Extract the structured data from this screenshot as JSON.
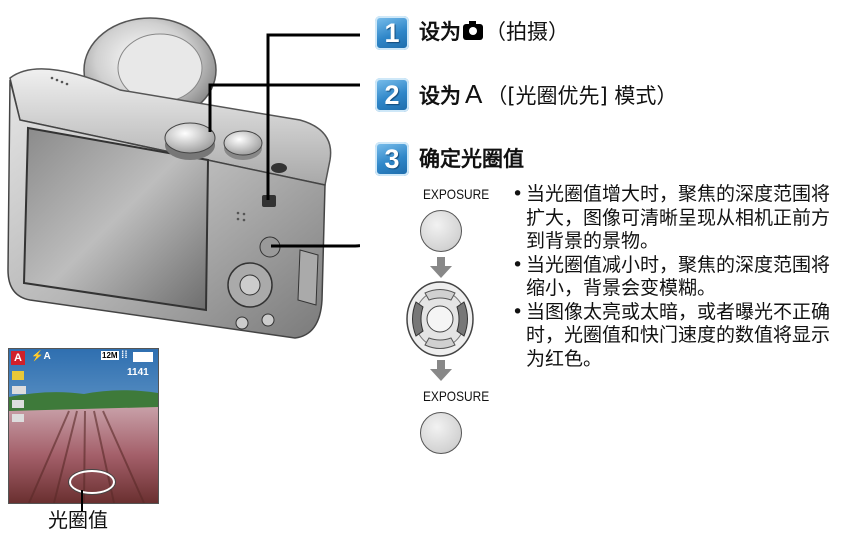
{
  "steps": [
    {
      "number": "1",
      "text": "设为",
      "suffix": "（拍摄）",
      "icon": "camera-icon"
    },
    {
      "number": "2",
      "text": "设为",
      "mode_letter": "A",
      "suffix": "（[光圈优先] 模式）"
    },
    {
      "number": "3",
      "text": "确定光圈值"
    }
  ],
  "exposure_top": "EXPOSURE",
  "exposure_bottom": "EXPOSURE",
  "notes": [
    "当光圈值增大时，聚焦的深度范围将扩大，图像可清晰呈现从相机正前方到背景的景物。",
    "当光圈值减小时，聚焦的深度范围将缩小，背景会变模糊。",
    "当图像太亮或太暗，或者曝光不正确时，光圈值和快门速度的数值将显示为红色。"
  ],
  "lcd": {
    "mode": "A",
    "flash": "⚡A",
    "megapixels": "12M",
    "quality": "⁞⁞",
    "shots_left": "1141"
  },
  "caption": "光圈值",
  "colors": {
    "step_blue": "#2f86c8",
    "arrow_gray": "#888888",
    "lcd_mode_red": "#d0202a"
  }
}
